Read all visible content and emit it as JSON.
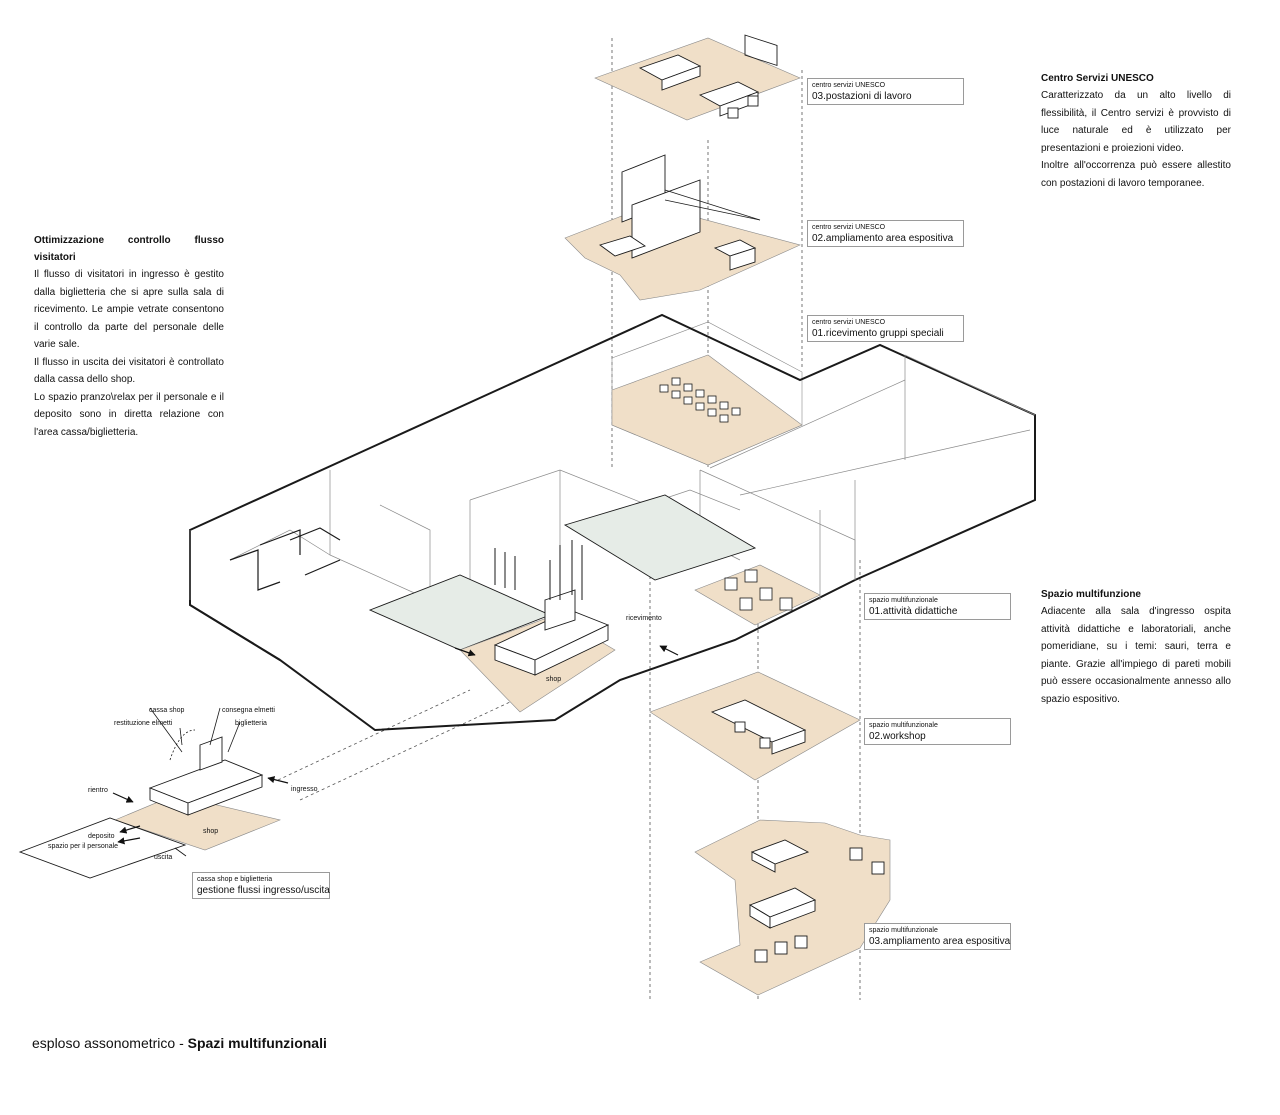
{
  "caption": {
    "prefix": "esploso assonometrico - ",
    "title": "Spazi multifunzionali"
  },
  "left_text": {
    "heading": "Ottimizzazione controllo flusso visitatori",
    "paragraphs": [
      "Il flusso di visitatori in ingresso è gestito dalla biglietteria che si apre sulla sala di ricevimento. Le ampie vetrate consentono il controllo da parte del personale delle varie sale.",
      "Il flusso in uscita dei visitatori è controllato dalla cassa dello shop.",
      "Lo spazio pranzo\\relax per il personale e il deposito sono in diretta relazione con l'area cassa/biglietteria."
    ]
  },
  "right_top_text": {
    "heading": "Centro Servizi UNESCO",
    "paragraphs": [
      "Caratterizzato da un alto livello di flessibilità, il Centro servizi è provvisto di luce naturale ed è utilizzato per presentazioni e proiezioni video.",
      "Inoltre all'occorrenza può essere allestito con postazioni di lavoro temporanee."
    ]
  },
  "right_bottom_text": {
    "heading": "Spazio multifunzione",
    "paragraphs": [
      "Adiacente alla sala d'ingresso ospita attività didattiche e laboratoriali, anche pomeridiane, su i temi: sauri, terra e piante. Grazie all'impiego di pareti mobili può essere occasionalmente annesso allo spazio espositivo."
    ]
  },
  "boxes": {
    "unesco_03": {
      "sup": "centro servizi UNESCO",
      "main": "03.postazioni di lavoro"
    },
    "unesco_02": {
      "sup": "centro servizi UNESCO",
      "main": "02.ampliamento area espositiva"
    },
    "unesco_01": {
      "sup": "centro servizi UNESCO",
      "main": "01.ricevimento gruppi speciali"
    },
    "multi_01": {
      "sup": "spazio multifunzionale",
      "main": "01.attività didattiche"
    },
    "multi_02": {
      "sup": "spazio multifunzionale",
      "main": "02.workshop"
    },
    "multi_03": {
      "sup": "spazio multifunzionale",
      "main": "03.ampliamento area espositiva"
    },
    "cassa": {
      "sup": "cassa shop e biglietteria",
      "main": "gestione flussi ingresso/uscita"
    }
  },
  "tags": {
    "shop_main": "shop",
    "ricevimento": "ricevimento",
    "cassa_shop": "cassa shop",
    "restituzione_elmetti": "restituzione elmetti",
    "consegna_elmetti": "consegna elmetti",
    "biglietteria": "biglietteria",
    "rientro": "rientro",
    "ingresso": "ingresso",
    "shop_detail": "shop",
    "deposito": "deposito",
    "spazio_personale": "spazio per il personale",
    "uscita": "uscita"
  },
  "colors": {
    "floor": "#f0dfc8",
    "glass": "#e6ece7",
    "line": "#1a1a1a",
    "thin": "#8a8a8a",
    "box_border": "#9a9a9a"
  }
}
